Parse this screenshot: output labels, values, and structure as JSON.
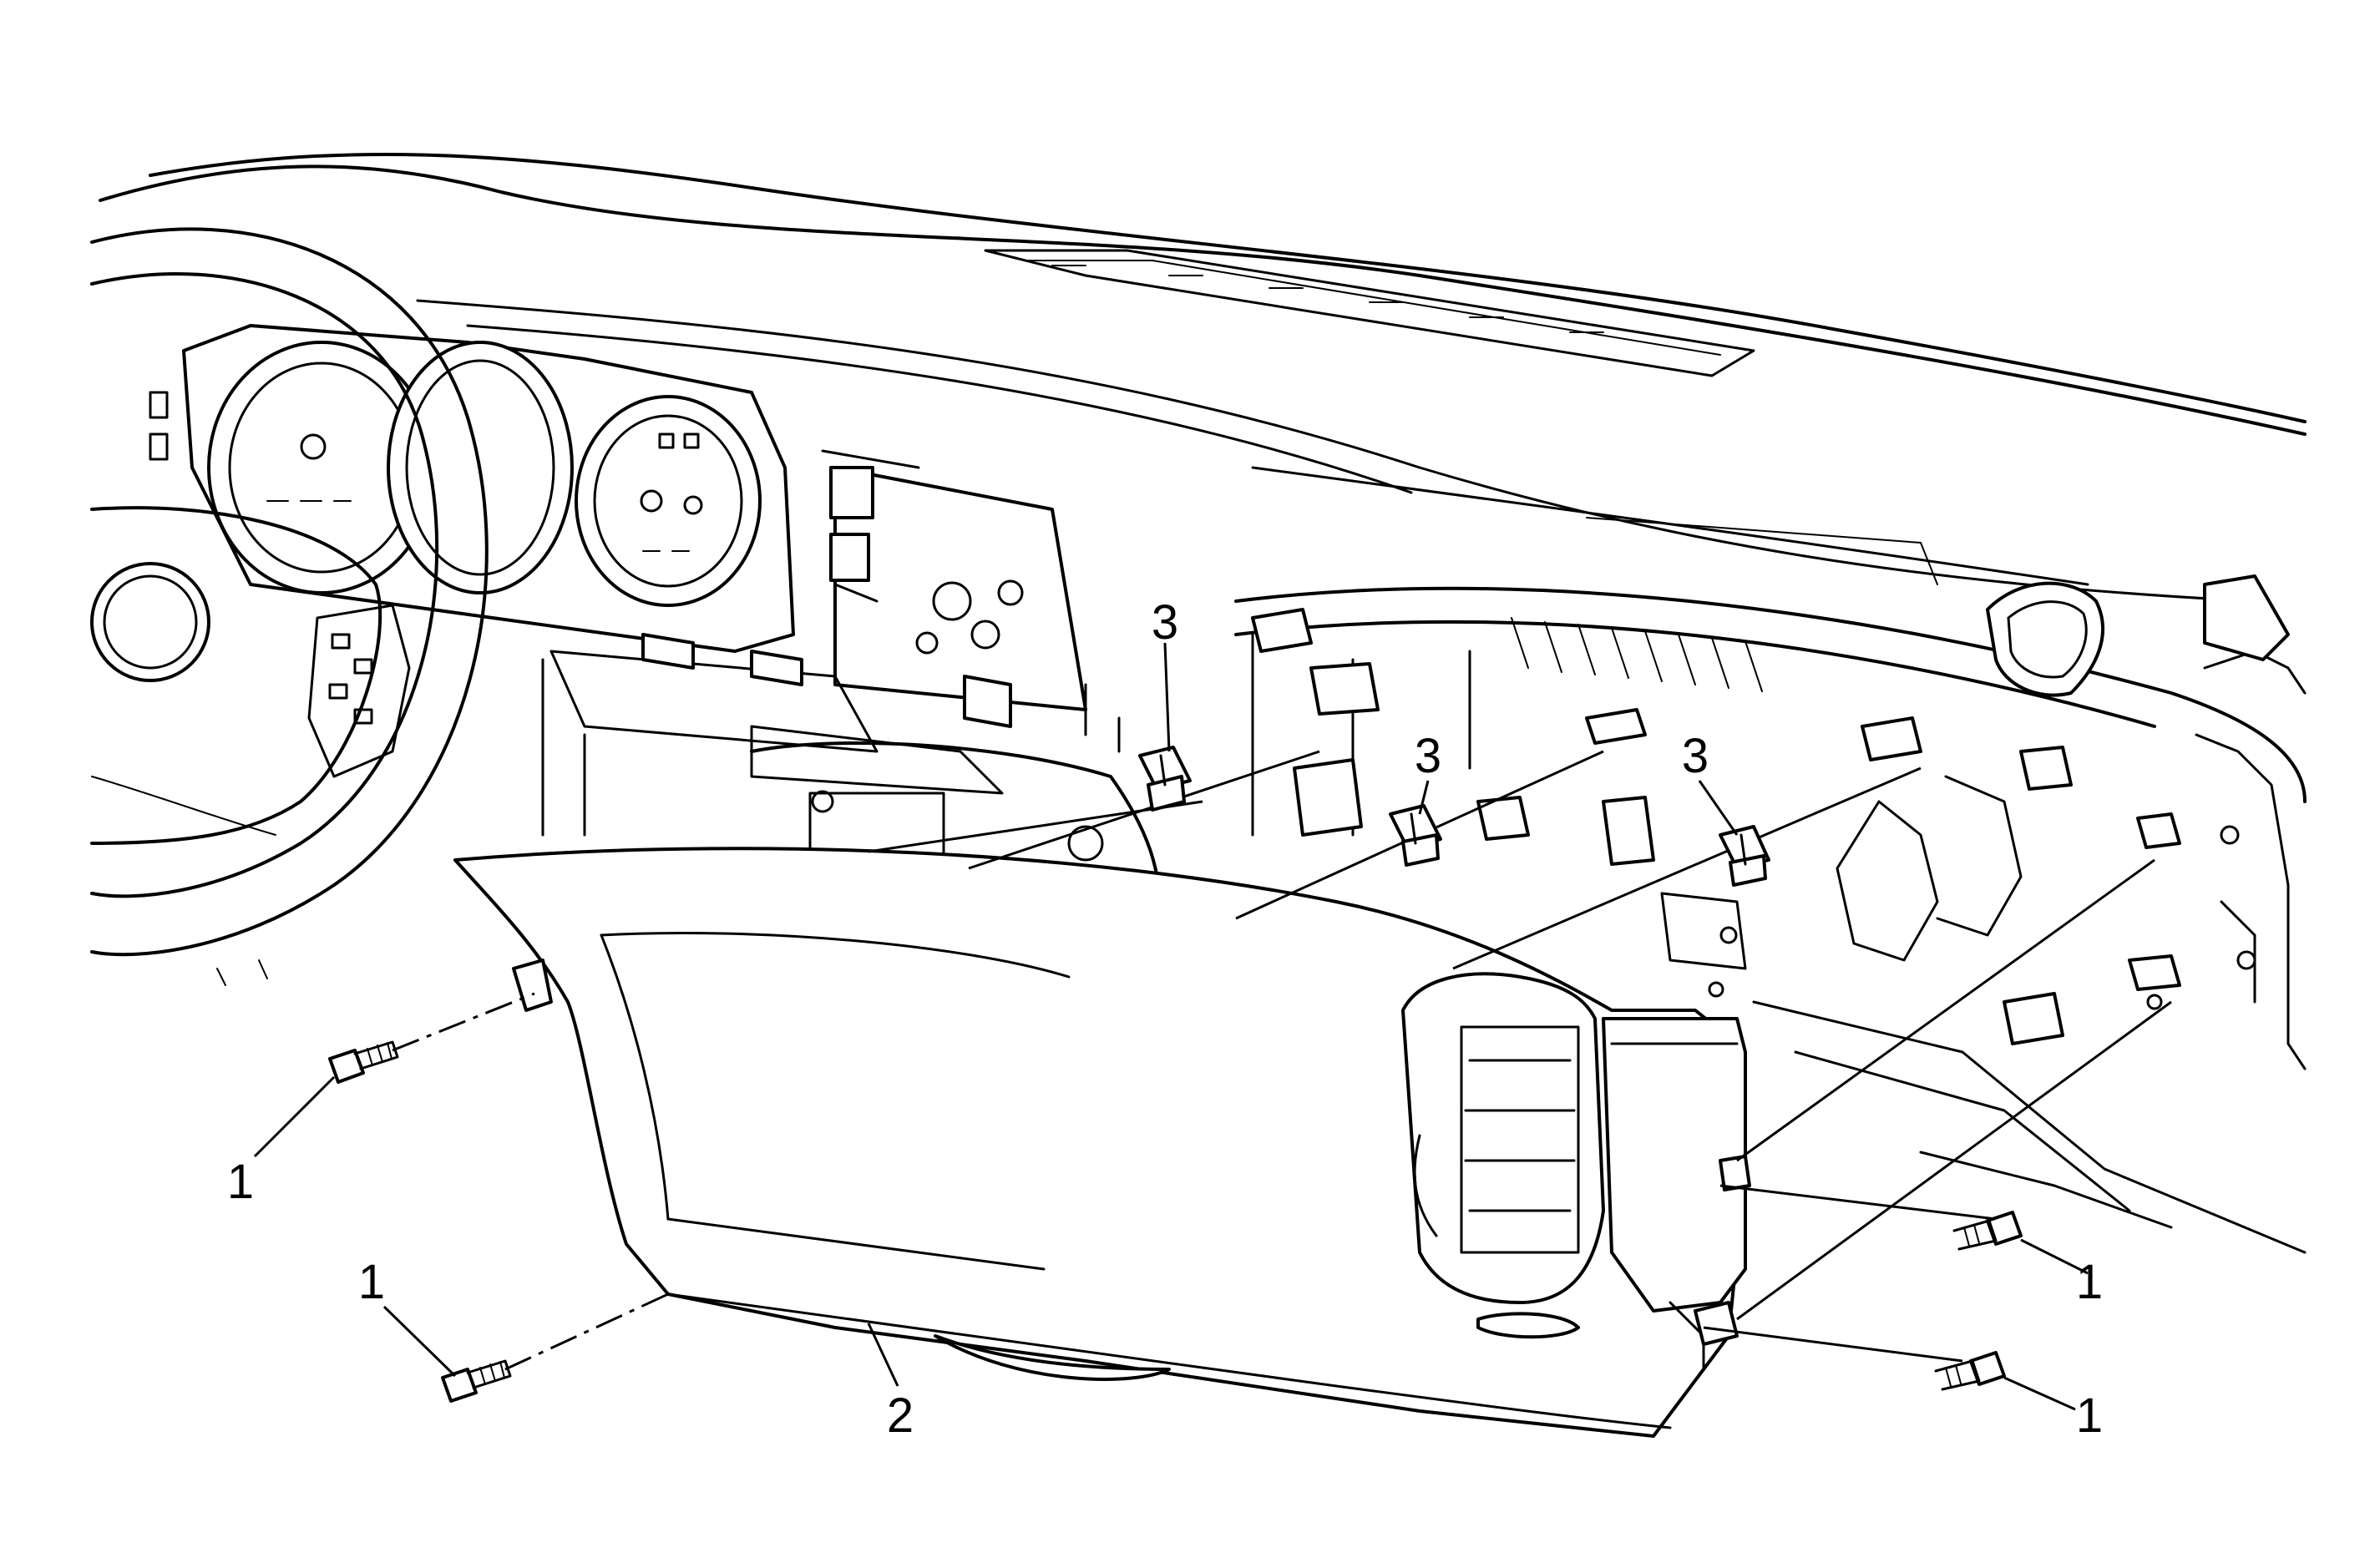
{
  "diagram": {
    "callouts": [
      {
        "id": "c1",
        "text": "1"
      },
      {
        "id": "c2",
        "text": "1"
      },
      {
        "id": "c3",
        "text": "1"
      },
      {
        "id": "c4",
        "text": "1"
      },
      {
        "id": "c5",
        "text": "2"
      },
      {
        "id": "c6",
        "text": "3"
      },
      {
        "id": "c7",
        "text": "3"
      },
      {
        "id": "c8",
        "text": "3"
      }
    ]
  }
}
